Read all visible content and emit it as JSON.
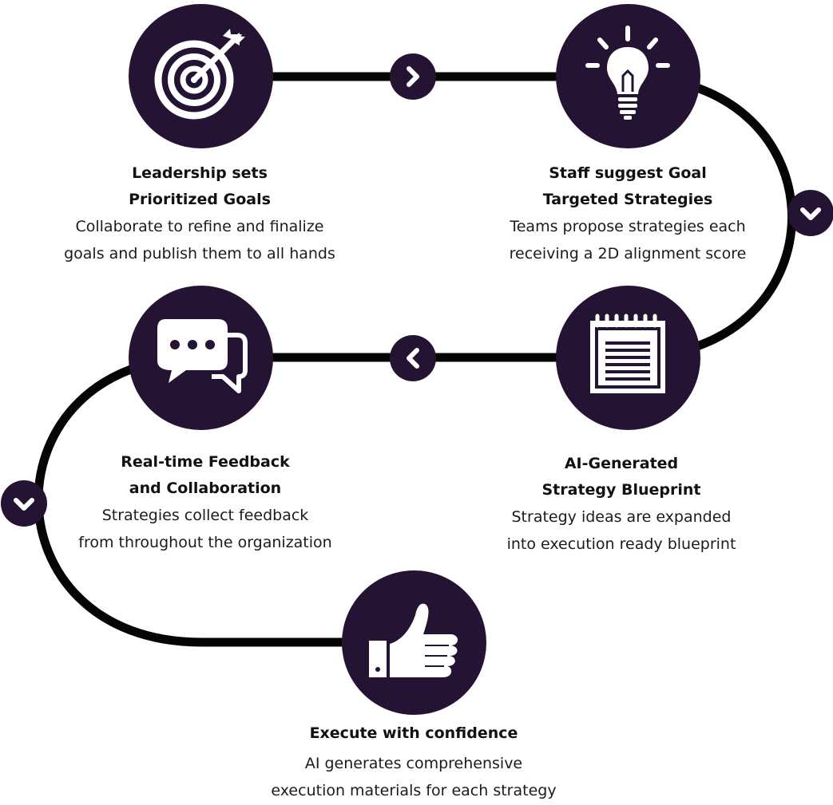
{
  "colors": {
    "primary": "#241332",
    "path": "#050505",
    "icon": "#ffffff",
    "text": "#111111"
  },
  "steps": [
    {
      "icon": "target-arrow-icon",
      "title_line1": "Leadership sets",
      "title_line2": "Prioritized Goals",
      "desc_line1": "Collaborate to refine and finalize",
      "desc_line2": "goals and publish them to all hands"
    },
    {
      "icon": "lightbulb-icon",
      "title_line1": "Staff suggest Goal",
      "title_line2": "Targeted Strategies",
      "desc_line1": "Teams propose strategies each",
      "desc_line2": "receiving a 2D alignment score"
    },
    {
      "icon": "notepad-icon",
      "title_line1": "AI-Generated",
      "title_line2": "Strategy Blueprint",
      "desc_line1": "Strategy ideas are expanded",
      "desc_line2": "into execution ready blueprint"
    },
    {
      "icon": "chat-bubbles-icon",
      "title_line1": "Real-time Feedback",
      "title_line2": "and Collaboration",
      "desc_line1": "Strategies collect feedback",
      "desc_line2": "from throughout the organization"
    },
    {
      "icon": "thumbs-up-icon",
      "title_line1": "Execute with confidence",
      "desc_line1": "AI generates comprehensive",
      "desc_line2": "execution materials for each strategy"
    }
  ],
  "connectors": [
    {
      "icon": "chevron-right-icon"
    },
    {
      "icon": "chevron-down-icon"
    },
    {
      "icon": "chevron-left-icon"
    },
    {
      "icon": "chevron-down-icon"
    }
  ]
}
